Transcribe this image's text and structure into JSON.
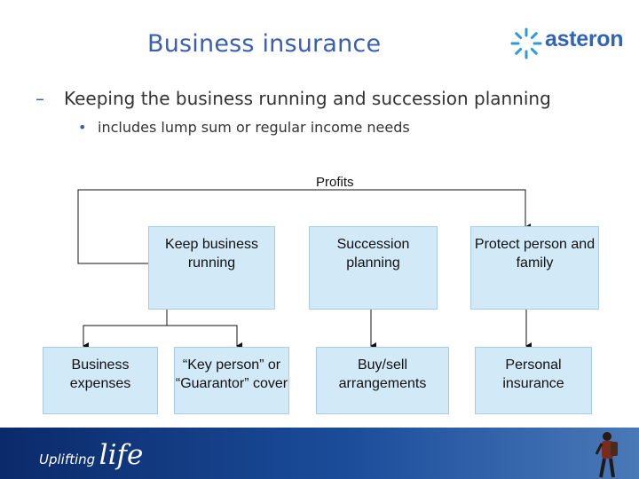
{
  "slide": {
    "title": "Business insurance",
    "logo_text": "asteron",
    "bullet1_marker": "–",
    "bullet1": "Keeping the business running and succession planning",
    "bullet2_marker": "•",
    "bullet2": "includes lump sum or regular income needs"
  },
  "diagram": {
    "root": "Profits",
    "level1": [
      "Keep business running",
      "Succession planning",
      "Protect person and family"
    ],
    "level2": [
      "Business expenses",
      "“Key person” or “Guarantor” cover",
      "Buy/sell arrangements",
      "Personal insurance"
    ]
  },
  "footer": {
    "tagline_small": "Uplifting",
    "tagline_big": "life"
  },
  "colors": {
    "title": "#3a5fb0",
    "box_fill": "#d2e9f8",
    "footer": "#1b4d9b"
  }
}
